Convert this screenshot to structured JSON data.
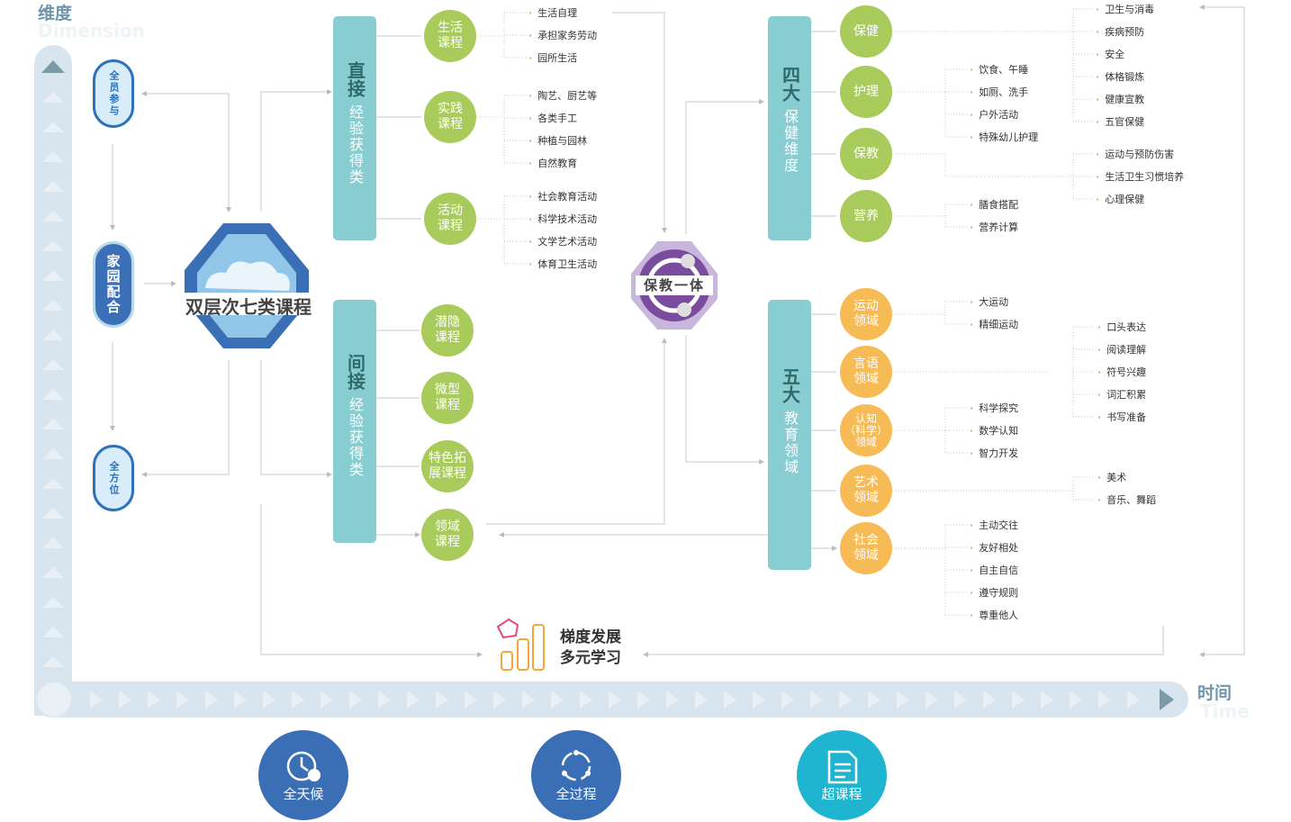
{
  "axis": {
    "y_title": "维度",
    "y_sub": "Dimension",
    "x_title": "时间",
    "x_sub": "Time"
  },
  "dimensions": [
    "全员参与",
    "家园配合",
    "全方位"
  ],
  "center": "双层次七类课程",
  "direct": {
    "big": "直接",
    "small": "经验获得类",
    "courses": [
      {
        "label": "生活\n课程",
        "items": [
          "生活自理",
          "承担家务劳动",
          "园所生活"
        ]
      },
      {
        "label": "实践\n课程",
        "items": [
          "陶艺、厨艺等",
          "各类手工",
          "种植与园林",
          "自然教育"
        ]
      },
      {
        "label": "活动\n课程",
        "items": [
          "社会教育活动",
          "科学技术活动",
          "文学艺术活动",
          "体育卫生活动"
        ]
      }
    ]
  },
  "indirect": {
    "big": "间接",
    "small": "经验获得类",
    "courses": [
      "潜隐\n课程",
      "微型\n课程",
      "特色拓\n展课程",
      "领域\n课程"
    ]
  },
  "integration": "保教一体",
  "health": {
    "big": "四大",
    "small": "保健维度",
    "nodes": [
      "保健",
      "护理",
      "保教",
      "营养"
    ],
    "groups": [
      [
        "卫生与消毒",
        "疾病预防",
        "安全",
        "体格锻炼",
        "健康宣教",
        "五官保健"
      ],
      [
        "饮食、午睡",
        "如厕、洗手",
        "户外活动",
        "特殊幼儿护理"
      ],
      [
        "运动与预防伤害",
        "生活卫生习惯培养",
        "心理保健"
      ],
      [
        "膳食搭配",
        "营养计算"
      ]
    ]
  },
  "education": {
    "big": "五大",
    "small": "教育领域",
    "nodes": [
      "运动\n领域",
      "言语\n领域",
      "认知\n（科学）\n领域",
      "艺术\n领域",
      "社会\n领域"
    ],
    "groups": [
      [
        "大运动",
        "精细运动"
      ],
      [
        "口头表达",
        "阅读理解",
        "符号兴趣",
        "词汇积累",
        "书写准备"
      ],
      [
        "科学探究",
        "数学认知",
        "智力开发"
      ],
      [
        "美术",
        "音乐、舞蹈"
      ],
      [
        "主动交往",
        "友好相处",
        "自主自信",
        "遵守规则",
        "尊重他人"
      ]
    ]
  },
  "growth": [
    "梯度发展",
    "多元学习"
  ],
  "bottom": [
    {
      "label": "全天候",
      "icon": "clock-24-icon",
      "color": "#3a6fb5"
    },
    {
      "label": "全过程",
      "icon": "cycle-icon",
      "color": "#3a6fb5"
    },
    {
      "label": "超课程",
      "icon": "document-icon",
      "color": "#1fb5d0"
    }
  ]
}
